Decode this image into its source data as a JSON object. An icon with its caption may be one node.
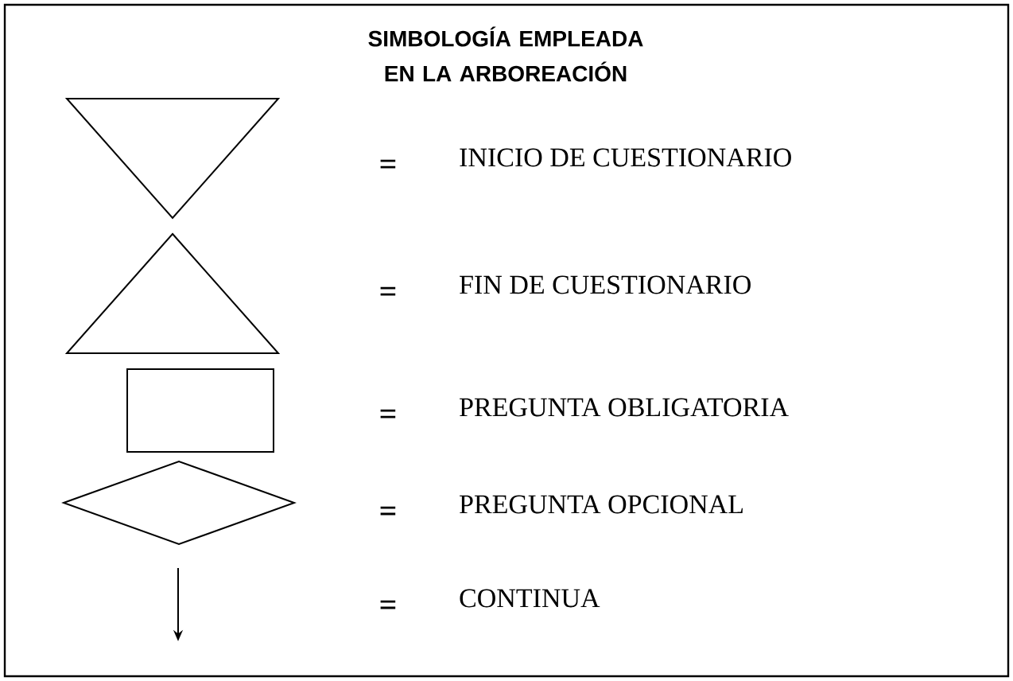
{
  "diagram": {
    "title": "SIMBOLOGÍA EMPLEADA EN LA ARBOREACIÓN",
    "nodes": [
      {
        "text": [],
        "shape": "triangle"
      },
      {
        "text": [],
        "shape": "triangle"
      },
      {
        "text": [],
        "shape": "box"
      },
      {
        "text": [],
        "shape": "diamond"
      }
    ],
    "labels": [
      "=",
      "=",
      "=",
      "=",
      "="
    ],
    "legend": [
      {
        "text": "INICIO DE CUESTIONARIO"
      },
      {
        "text": "FIN DE CUESTIONARIO"
      },
      {
        "text": "PREGUNTA OBLIGATORIA"
      },
      {
        "text": "PREGUNTA OPCIONAL"
      },
      {
        "text": "CONTINUA"
      }
    ]
  }
}
